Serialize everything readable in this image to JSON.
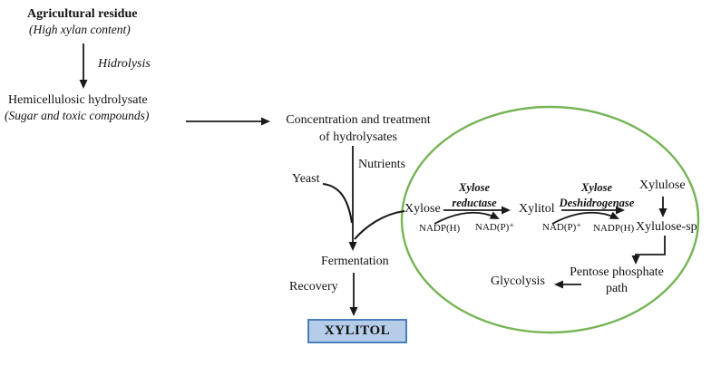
{
  "labels": {
    "agricultural_residue": "Agricultural residue",
    "high_xylan_content": "(High xylan content)",
    "hidrolysis": "Hidrolysis",
    "hemicellulosic_hydrolysate": "Hemicellulosic hydrolysate",
    "sugar_and_toxic_compounds": "(Sugar and toxic compounds)",
    "concentration_line1": "Concentration and treatment",
    "concentration_line2": "of hydrolysates",
    "nutrients": "Nutrients",
    "yeast": "Yeast",
    "xylose": "Xylose",
    "xylose_reductase_line1": "Xylose",
    "xylose_reductase_line2": "reductase",
    "nadph_left": "NADP(H)",
    "nadp_plus_left": "NAD(P)⁺",
    "xylitol_intermediate": "Xylitol",
    "deshidrogenase_line1": "Xylose",
    "deshidrogenase_line2": "Deshidrogenase",
    "nadp_plus_right": "NAD(P)⁺",
    "nadph_right": "NADP(H)",
    "xylulose": "Xylulose",
    "xylulose_sp": "Xylulose-sp",
    "pentose_line1": "Pentose phosphate",
    "pentose_line2": "path",
    "glycolysis": "Glycolysis",
    "fermentation": "Fermentation",
    "recovery": "Recovery",
    "xylitol_product": "XYLITOL"
  },
  "colors": {
    "ellipse_stroke": "#76b356",
    "box_fill": "#b5cde9",
    "box_border": "#4a7ebb",
    "line": "#1a1a1a"
  }
}
